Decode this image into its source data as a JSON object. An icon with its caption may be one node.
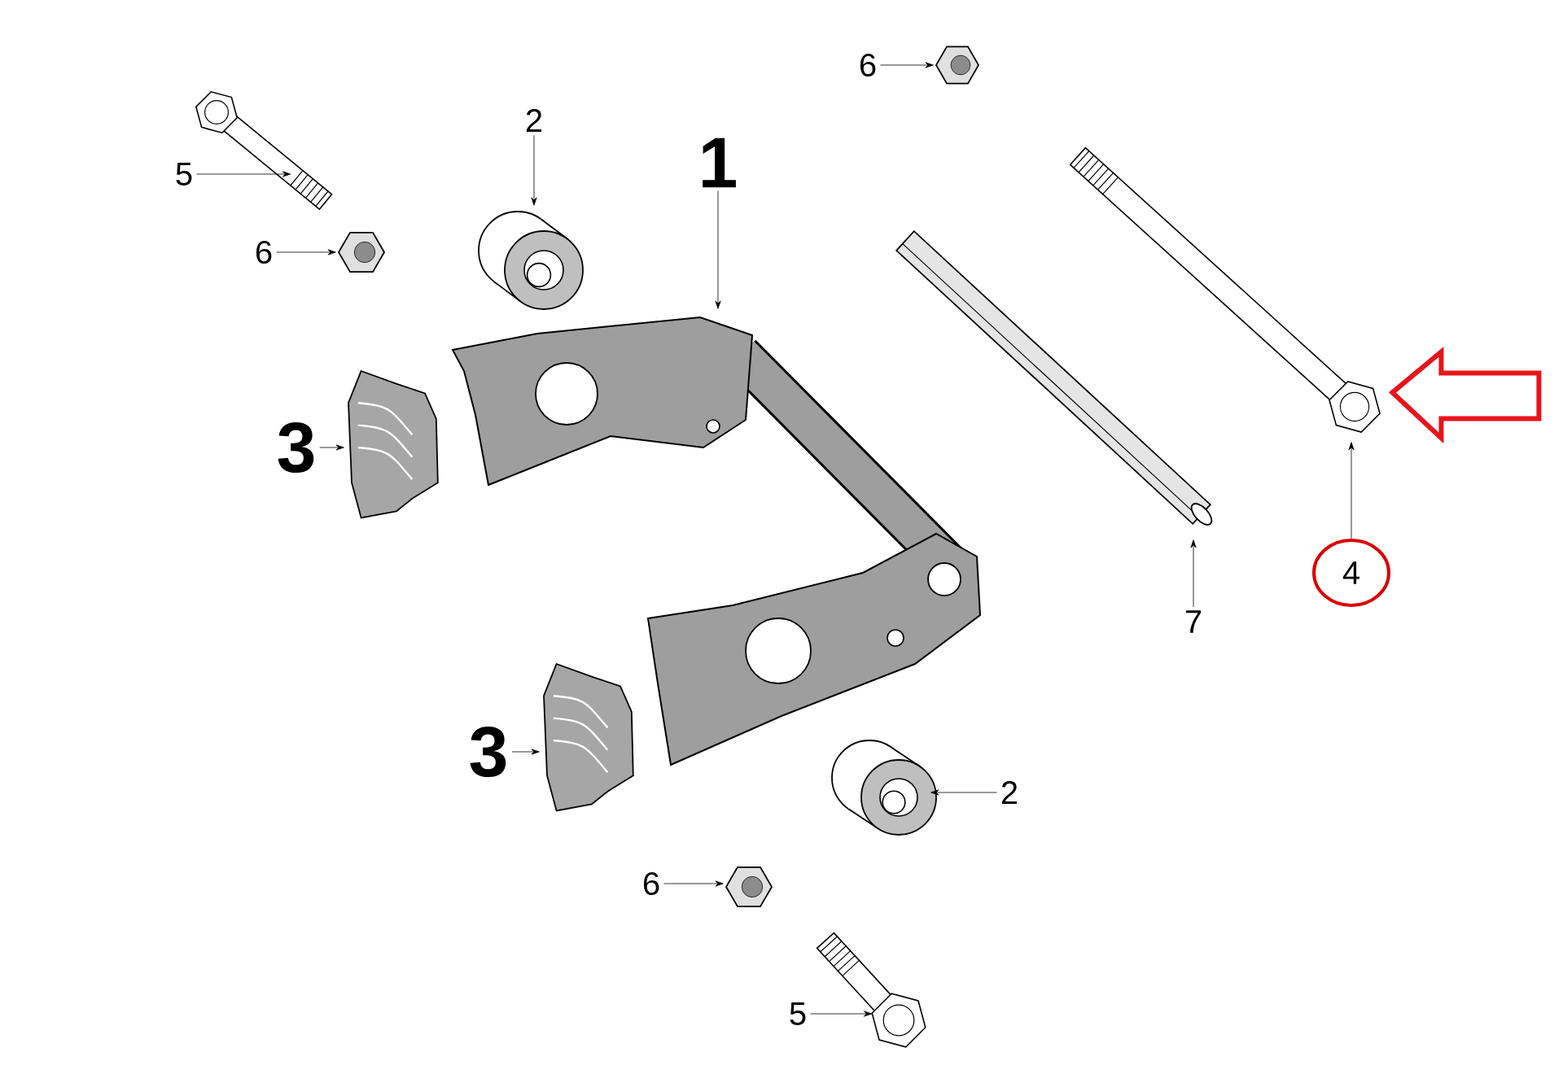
{
  "diagram": {
    "nodes": [
      {
        "text": [
          "5"
        ]
      },
      {
        "text": [],
        "shape": "picture"
      },
      {
        "text": [
          "2"
        ]
      },
      {
        "text": [],
        "shape": "picture"
      },
      {
        "text": [
          "1"
        ]
      },
      {
        "text": [],
        "shape": "picture"
      },
      {
        "text": [
          "6"
        ]
      },
      {
        "text": [],
        "shape": "picture"
      },
      {
        "text": [
          "6"
        ]
      },
      {
        "text": [],
        "shape": "picture"
      },
      {
        "text": [
          "3"
        ]
      },
      {
        "text": [],
        "shape": "picture"
      },
      {
        "text": [
          "7"
        ]
      },
      {
        "text": [],
        "shape": "picture"
      },
      {
        "text": [],
        "shape": "picture"
      },
      {
        "text": [
          "4"
        ]
      },
      {
        "text": [
          "3"
        ]
      },
      {
        "text": [],
        "shape": "picture"
      },
      {
        "text": [
          "2"
        ]
      },
      {
        "text": [],
        "shape": "picture"
      },
      {
        "text": [
          "6"
        ]
      },
      {
        "text": [],
        "shape": "picture"
      },
      {
        "text": [
          "5"
        ]
      },
      {
        "text": [],
        "shape": "picture"
      }
    ],
    "edges": [
      {
        "from": 0,
        "to": 1,
        "arrow": "to"
      },
      {
        "from": 2,
        "to": 3,
        "arrow": "to"
      },
      {
        "from": 4,
        "to": 5,
        "arrow": "to"
      },
      {
        "from": 6,
        "to": 7,
        "arrow": "to"
      },
      {
        "from": 8,
        "to": 9,
        "arrow": "to"
      },
      {
        "from": 10,
        "to": 11,
        "arrow": "to"
      },
      {
        "from": 12,
        "to": 13,
        "arrow": "to"
      },
      {
        "from": 15,
        "to": 14,
        "arrow": "to"
      },
      {
        "from": 16,
        "to": 17,
        "arrow": "to"
      },
      {
        "from": 18,
        "to": 19,
        "arrow": "to"
      },
      {
        "from": 20,
        "to": 21,
        "arrow": "to"
      },
      {
        "from": 22,
        "to": 23,
        "arrow": "to"
      },
      {
        "from": null,
        "to": 14,
        "arrow": "to",
        "style": "thick",
        "color": "#e8141c"
      }
    ]
  }
}
